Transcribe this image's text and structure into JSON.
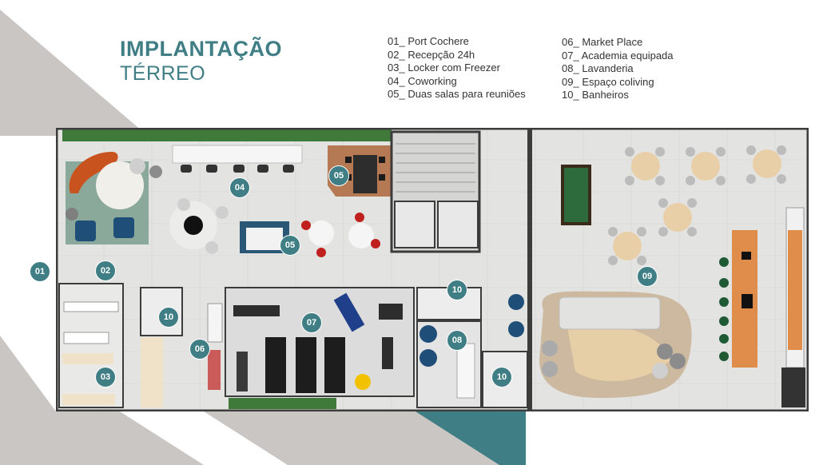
{
  "title": {
    "line1": "IMPLANTAÇÃO",
    "line2": "TÉRREO"
  },
  "legend": {
    "column1": [
      {
        "number": "01",
        "label": "Port Cochere"
      },
      {
        "number": "02",
        "label": "Recepção 24h"
      },
      {
        "number": "03",
        "label": "Locker com Freezer"
      },
      {
        "number": "04",
        "label": "Coworking"
      },
      {
        "number": "05",
        "label": "Duas salas para reuniões"
      }
    ],
    "column2": [
      {
        "number": "06",
        "label": "Market Place"
      },
      {
        "number": "07",
        "label": "Academia equipada"
      },
      {
        "number": "08",
        "label": "Lavanderia"
      },
      {
        "number": "09",
        "label": "Espaço coliving"
      },
      {
        "number": "10",
        "label": "Banheiros"
      }
    ]
  },
  "markers": {
    "m01": "01",
    "m02": "02",
    "m03": "03",
    "m04": "04",
    "m05a": "05",
    "m05b": "05",
    "m06": "06",
    "m07": "07",
    "m08": "08",
    "m09": "09",
    "m10a": "10",
    "m10b": "10",
    "m10c": "10"
  },
  "colors": {
    "accent": "#3f7e85",
    "background_shape": "#c9c6c4",
    "floor": "#e2e3e1",
    "wall": "#3c3c3c"
  }
}
